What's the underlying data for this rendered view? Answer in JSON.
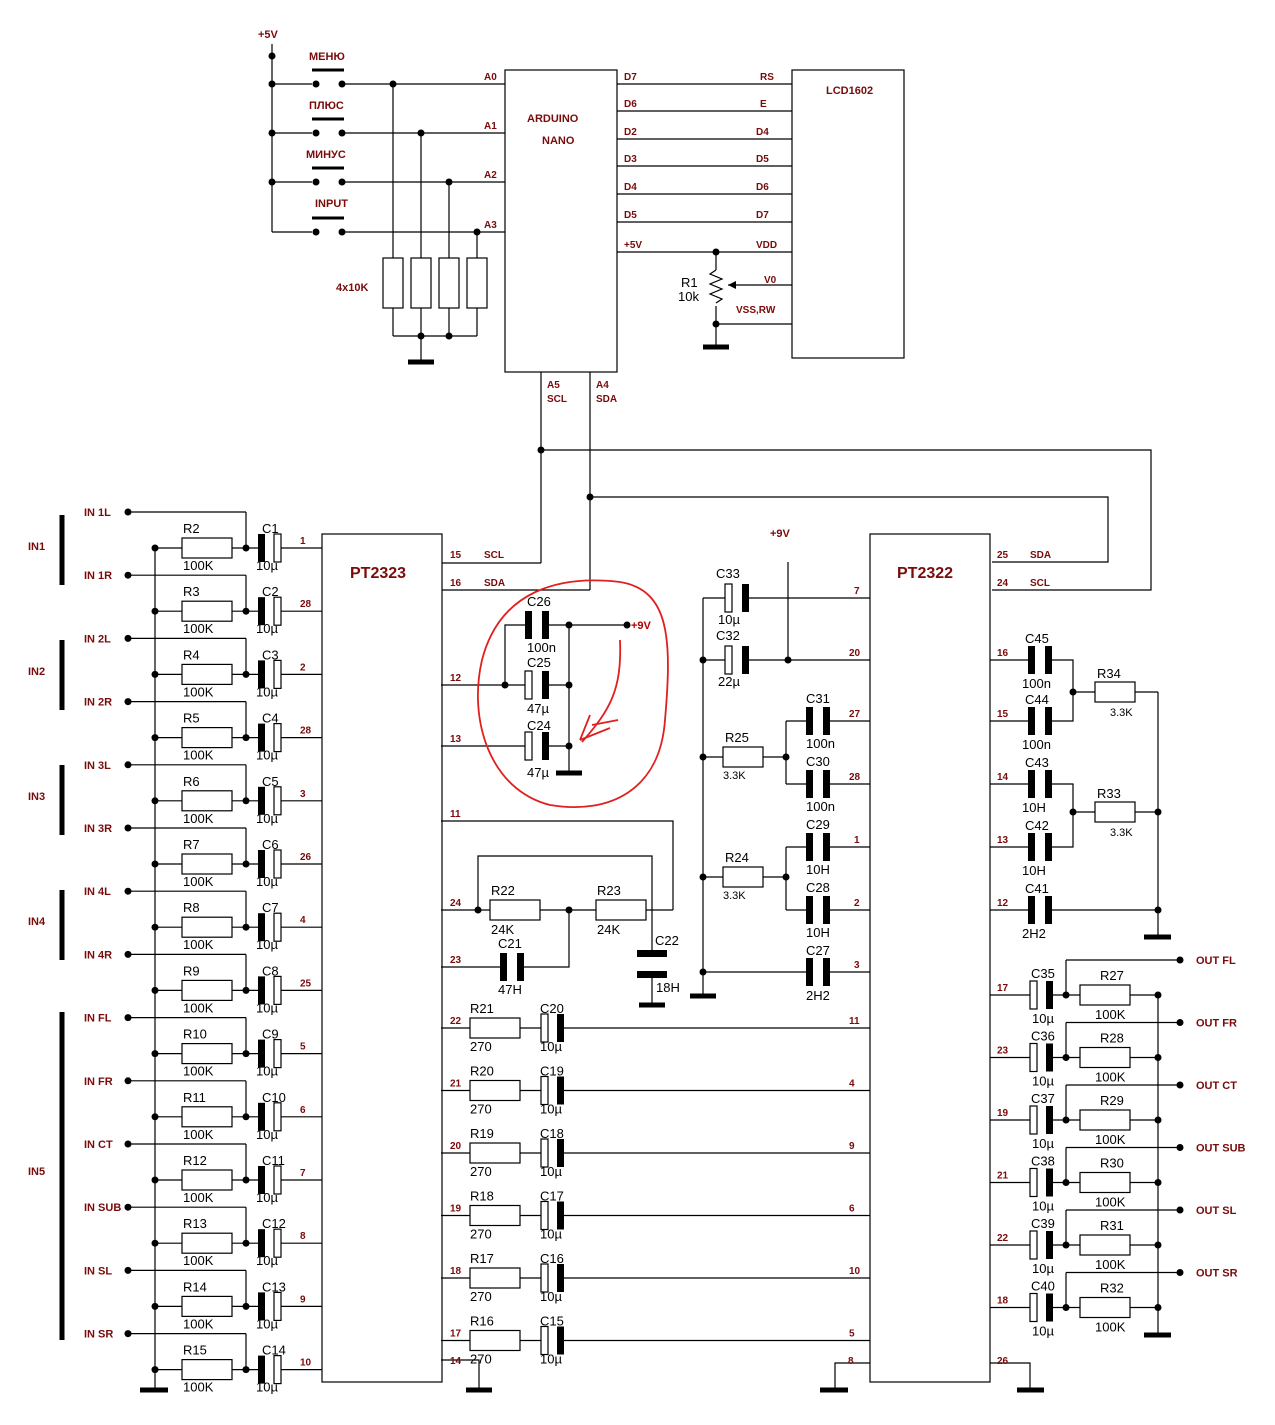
{
  "title": "PT2323 / PT2322 audio processor with Arduino Nano and LCD1602",
  "supply": {
    "v5": "+5V",
    "v9": "+9V"
  },
  "buttons": [
    "МЕНЮ",
    "ПЛЮС",
    "МИНУС",
    "INPUT"
  ],
  "pulldown_label": "4x10K",
  "arduino": {
    "name_line1": "ARDUINO",
    "name_line2": "NANO",
    "left_pins": [
      "A0",
      "A1",
      "A2",
      "A3"
    ],
    "right_pins": [
      "D7",
      "D6",
      "D2",
      "D3",
      "D4",
      "D5",
      "+5V"
    ],
    "bottom_pins": [
      [
        "A5",
        "SCL"
      ],
      [
        "A4",
        "SDA"
      ]
    ]
  },
  "lcd": {
    "name": "LCD1602",
    "pins": [
      "RS",
      "E",
      "D4",
      "D5",
      "D6",
      "D7",
      "VDD",
      "V0",
      "VSS,RW"
    ]
  },
  "pot": {
    "ref": "R1",
    "value": "10k"
  },
  "inputs": {
    "groups": [
      "IN1",
      "IN2",
      "IN3",
      "IN4",
      "IN5"
    ],
    "labels": [
      "IN 1L",
      "IN 1R",
      "IN 2L",
      "IN 2R",
      "IN 3L",
      "IN 3R",
      "IN 4L",
      "IN 4R",
      "IN FL",
      "IN FR",
      "IN CT",
      "IN SUB",
      "IN SL",
      "IN SR"
    ],
    "resistors": [
      "R2",
      "R3",
      "R4",
      "R5",
      "R6",
      "R7",
      "R8",
      "R9",
      "R10",
      "R11",
      "R12",
      "R13",
      "R14",
      "R15"
    ],
    "resistor_value": "100K",
    "caps": [
      "C1",
      "C2",
      "C3",
      "C4",
      "C5",
      "C6",
      "C7",
      "C8",
      "C9",
      "C10",
      "C11",
      "C12",
      "C13",
      "C14"
    ],
    "cap_value": "10µ",
    "pins": [
      "1",
      "28",
      "2",
      "28",
      "3",
      "26",
      "4",
      "25",
      "5",
      "6",
      "7",
      "8",
      "9",
      "10"
    ]
  },
  "pt2323": {
    "name": "PT2323",
    "pins": {
      "scl": "15",
      "sda": "16",
      "p12": "12",
      "p13": "13",
      "p11": "11",
      "p24": "24",
      "p23": "23",
      "gnd": "14"
    },
    "labels": {
      "scl": "SCL",
      "sda": "SDA"
    },
    "bypass": [
      [
        "C26",
        "100n"
      ],
      [
        "C25",
        "47µ"
      ],
      [
        "C24",
        "47µ"
      ]
    ],
    "filter": {
      "r22": [
        "R22",
        "24K"
      ],
      "r23": [
        "R23",
        "24K"
      ],
      "c21": [
        "C21",
        "47H"
      ],
      "c22": [
        "C22",
        "18H"
      ]
    },
    "out_pins": [
      "22",
      "21",
      "20",
      "19",
      "18",
      "17"
    ]
  },
  "coupling": {
    "resistors": [
      "R21",
      "R20",
      "R19",
      "R18",
      "R17",
      "R16"
    ],
    "resistor_value": "270",
    "caps": [
      "C20",
      "C19",
      "C18",
      "C17",
      "C16",
      "C15"
    ],
    "cap_value": "10µ",
    "pt2322_pins": [
      "11",
      "4",
      "9",
      "6",
      "10",
      "5"
    ]
  },
  "pt2322": {
    "name": "PT2322",
    "pins": {
      "sda": "25",
      "scl": "24",
      "p7": "7",
      "p20": "20",
      "p27": "27",
      "p28": "28",
      "p1": "1",
      "p2": "2",
      "p3": "3",
      "gnd_l": "8",
      "gnd_r": "26"
    },
    "labels": {
      "sda": "SDA",
      "scl": "SCL"
    },
    "left_parts": {
      "c33": [
        "C33",
        "10µ"
      ],
      "c32": [
        "C32",
        "22µ"
      ],
      "c31": [
        "C31",
        "100n"
      ],
      "c30": [
        "C30",
        "100n"
      ],
      "r25": [
        "R25",
        "3.3K"
      ],
      "c29": [
        "C29",
        "10H"
      ],
      "c28": [
        "C28",
        "10H"
      ],
      "r24": [
        "R24",
        "3.3K"
      ],
      "c27": [
        "C27",
        "2H2"
      ]
    },
    "tone": {
      "pins": [
        "16",
        "15",
        "14",
        "13",
        "12"
      ],
      "caps": [
        [
          "C45",
          "100n"
        ],
        [
          "C44",
          "100n"
        ],
        [
          "C43",
          "10H"
        ],
        [
          "C42",
          "10H"
        ],
        [
          "C41",
          "2H2"
        ]
      ],
      "r34": [
        "R34",
        "3.3K"
      ],
      "r33": [
        "R33",
        "3.3K"
      ]
    },
    "outputs": {
      "pins": [
        "17",
        "23",
        "19",
        "21",
        "22",
        "18"
      ],
      "caps": [
        "C35",
        "C36",
        "C37",
        "C38",
        "C39",
        "C40"
      ],
      "cap_value": "10µ",
      "resistors": [
        "R27",
        "R28",
        "R29",
        "R30",
        "R31",
        "R32"
      ],
      "resistor_value": "100K",
      "labels": [
        "OUT FL",
        "OUT FR",
        "OUT CT",
        "OUT SUB",
        "OUT SL",
        "OUT SR"
      ]
    }
  }
}
